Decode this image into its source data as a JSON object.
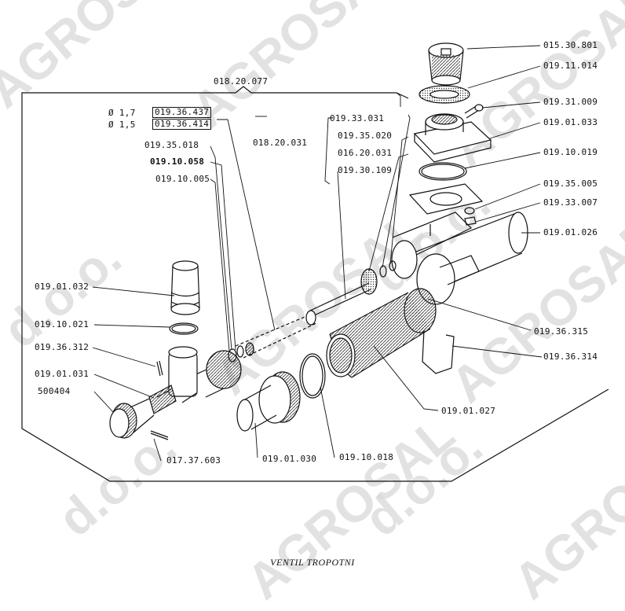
{
  "watermark": {
    "text_a": "AGROSAL",
    "text_b": "d.o.o.",
    "color": "#d9d9d9"
  },
  "assembly": {
    "code": "018.20.077",
    "sub_code": "018.20.031"
  },
  "labels": {
    "diam_a": "Ø 1,7",
    "part_a": "019.36.437",
    "diam_b": "Ø 1,5",
    "part_b": "019.36.414",
    "l_019_35_018": "019.35.018",
    "l_019_10_058": "019.10.058",
    "l_019_10_005": "019.10.005",
    "l_019_33_031": "019.33.031",
    "l_019_35_020": "019.35.020",
    "l_016_20_031": "016.20.031",
    "l_019_30_109": "019.30.109",
    "l_015_30_801": "015.30.801",
    "l_019_11_014": "019.11.014",
    "l_019_31_009": "019.31.009",
    "l_019_01_033": "019.01.033",
    "l_019_10_019": "019.10.019",
    "l_019_35_005": "019.35.005",
    "l_019_33_007": "019.33.007",
    "l_019_01_026": "019.01.026",
    "l_019_36_315": "019.36.315",
    "l_019_36_314": "019.36.314",
    "l_019_01_027": "019.01.027",
    "l_019_10_018": "019.10.018",
    "l_019_01_030": "019.01.030",
    "l_017_37_603": "017.37.603",
    "l_019_01_032": "019.01.032",
    "l_019_10_021": "019.10.021",
    "l_019_36_312": "019.36.312",
    "l_019_01_031": "019.01.031",
    "l_500404": "500404"
  },
  "caption": "VENTIL TROPOTNI"
}
